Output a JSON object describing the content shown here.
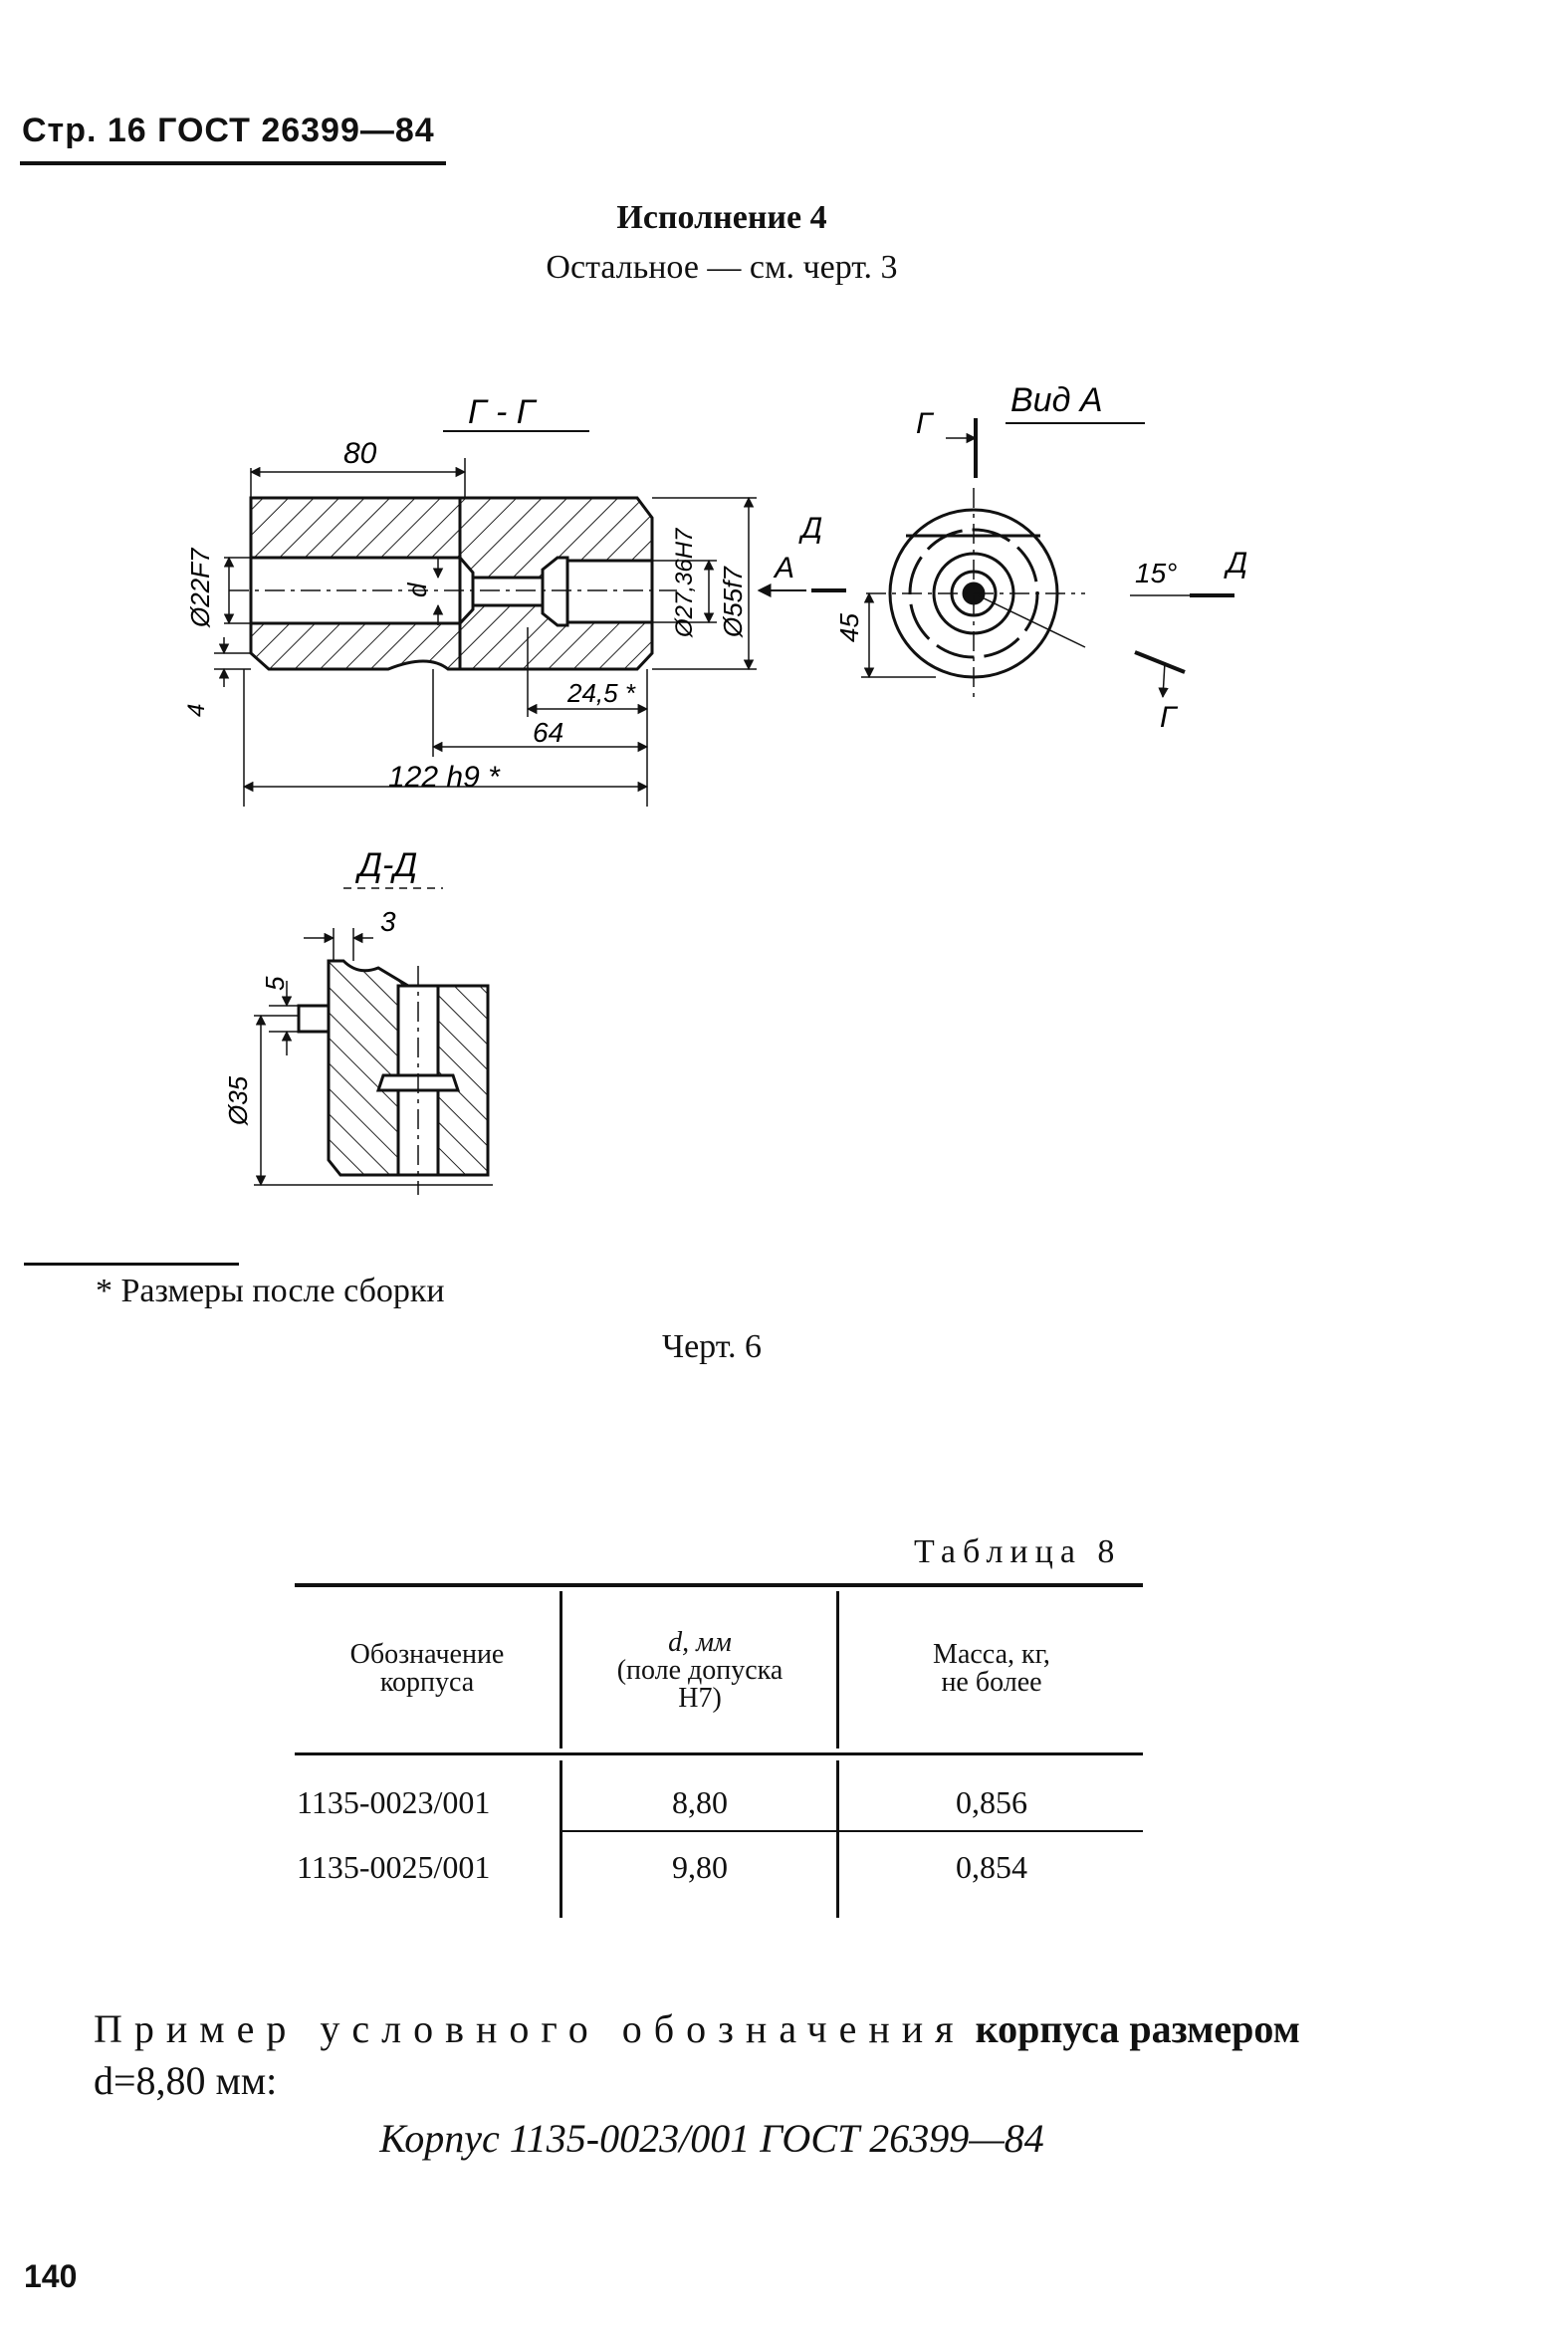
{
  "header": {
    "text": "Стр. 16 ГОСТ 26399—84"
  },
  "variant_title": "Исполнение 4",
  "rest_note": "Остальное — см. черт. 3",
  "drawing": {
    "section_gg": "Г - Г",
    "view_a": "Вид А",
    "section_dd": "Д-Д",
    "labels": {
      "dim_80": "80",
      "dim_122": "122 h9 *",
      "dim_64": "64",
      "dim_245": "24,5 *",
      "dim_4": "4",
      "dia_22": "Ø22F7",
      "dia_27": "Ø27,36H7",
      "dia_55": "Ø55f7",
      "d": "d",
      "arrow_a": "А",
      "cut_d": "Д",
      "cut_g": "Г",
      "dim_45": "45",
      "angle_15": "15°",
      "dim_3": "3",
      "dim_5": "5",
      "dia_35": "Ø35"
    }
  },
  "footnote": "* Размеры после сборки",
  "figure_caption": "Черт. 6",
  "table": {
    "caption": "Таблица 8",
    "headers": [
      [
        "Обозначение",
        "корпуса"
      ],
      [
        "d, мм",
        "(поле допуска",
        "Н7)"
      ],
      [
        "Масса, кг,",
        "не более"
      ]
    ],
    "rows": [
      [
        "1135-0023/001",
        "8,80",
        "0,856"
      ],
      [
        "1135-0025/001",
        "9,80",
        "0,854"
      ]
    ]
  },
  "example": {
    "intro_spaced": "Пример условного обозначения",
    "intro_bold": "корпуса размером",
    "d_line": "d=8,80 мм:",
    "designation": "Корпус 1135-0023/001 ГОСТ 26399—84"
  },
  "page_number": "140"
}
